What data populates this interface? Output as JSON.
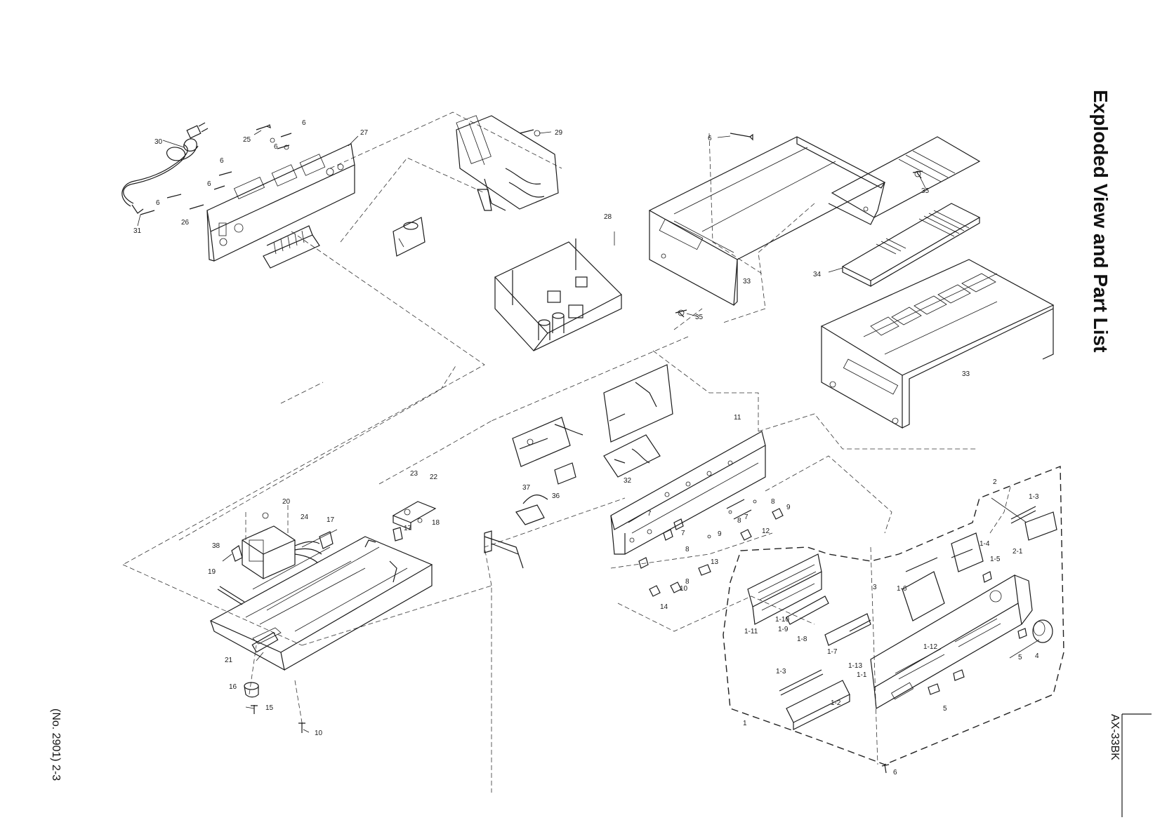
{
  "title": "Exploded View and Part List",
  "page_number": "(No. 2901) 2-3",
  "model": "AX-33BK",
  "callouts": {
    "c30": "30",
    "c31": "31",
    "c25": "25",
    "c6a": "6",
    "c6b": "6",
    "c6c": "6",
    "c6d": "6",
    "c6e": "6",
    "c27": "27",
    "c26": "26",
    "c29": "29",
    "c28": "28",
    "c6f": "6",
    "c35a": "35",
    "c34": "34",
    "c33a": "33",
    "c35b": "35",
    "c33b": "33",
    "c11": "11",
    "c23": "23",
    "c22": "22",
    "c20": "20",
    "c24": "24",
    "c17a": "17",
    "c17b": "17",
    "c18": "18",
    "c38": "38",
    "c19": "19",
    "c21": "21",
    "c16": "16",
    "c15": "15",
    "c10a": "10",
    "c37": "37",
    "c36": "36",
    "c32": "32",
    "c7a": "7",
    "c7b": "7",
    "c7c": "7",
    "c8a": "8",
    "c8b": "8",
    "c8c": "8",
    "c8d": "8",
    "c9a": "9",
    "c9b": "9",
    "c12": "12",
    "c13": "13",
    "c14": "14",
    "c10b": "10",
    "c2": "2",
    "c1_3a": "1-3",
    "c1_4": "1-4",
    "c1_5": "1-5",
    "c2_1": "2-1",
    "c3": "3",
    "c1_6": "1-6",
    "c1_10": "1-10",
    "c1_9": "1-9",
    "c1_8": "1-8",
    "c1_11": "1-11",
    "c1_7": "1-7",
    "c1_12": "1-12",
    "c1_13": "1-13",
    "c1_1": "1-1",
    "c5a": "5",
    "c4": "4",
    "c1_3b": "1-3",
    "c1_2": "1-2",
    "c5b": "5",
    "c1": "1",
    "c6g": "6"
  }
}
